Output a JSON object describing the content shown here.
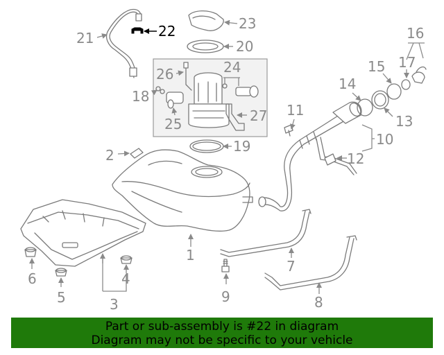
{
  "callouts": {
    "c1": "1",
    "c2": "2",
    "c3": "3",
    "c4": "4",
    "c5": "5",
    "c6": "6",
    "c7": "7",
    "c8": "8",
    "c9": "9",
    "c10": "10",
    "c11": "11",
    "c12": "12",
    "c13": "13",
    "c14": "14",
    "c15": "15",
    "c16": "16",
    "c17": "17",
    "c18": "18",
    "c19": "19",
    "c20": "20",
    "c21": "21",
    "c22": "22",
    "c23": "23",
    "c24": "24",
    "c25": "25",
    "c26": "26",
    "c27": "27"
  },
  "highlight_color": "#000000",
  "banner": {
    "line1": "Part or sub-assembly is #22 in diagram",
    "line2": "Diagram may not be specific to your vehicle",
    "background": "#1f7a0a"
  }
}
